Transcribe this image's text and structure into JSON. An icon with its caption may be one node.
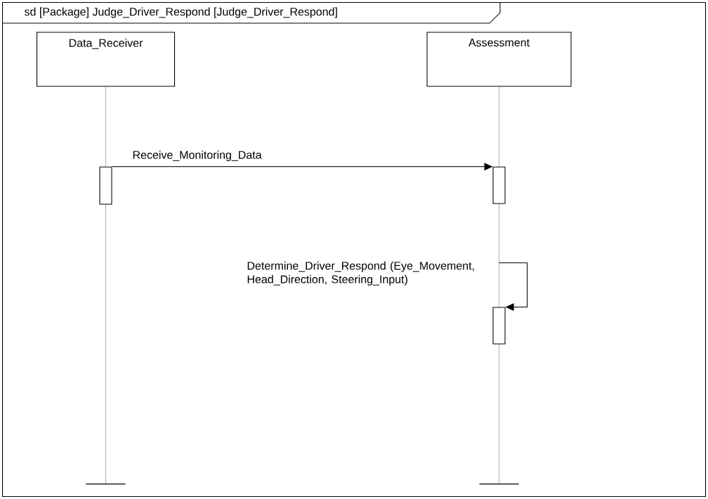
{
  "diagram": {
    "nodes": [
      {
        "text": [
          "sd [Package] Judge_Driver_Respond [Judge_Driver_Respond]"
        ]
      },
      {
        "text": [
          "Data_Receiver"
        ],
        "in": 0
      },
      {
        "text": [
          "Assessment"
        ],
        "in": 0
      },
      {
        "text": [],
        "shape": "bar",
        "in": 0
      },
      {
        "text": [],
        "shape": "bar",
        "in": 0
      },
      {
        "text": [],
        "shape": "bar",
        "in": 0
      }
    ],
    "edges": [
      {
        "from": 3,
        "to": 4,
        "arrow": "to",
        "label": "Receive_Monitoring_Data"
      },
      {
        "from": null,
        "to": 5,
        "arrow": "to",
        "label": "Determine_Driver_Respond (Eye_Movement, Head_Direction, Steering_Input)"
      }
    ]
  }
}
